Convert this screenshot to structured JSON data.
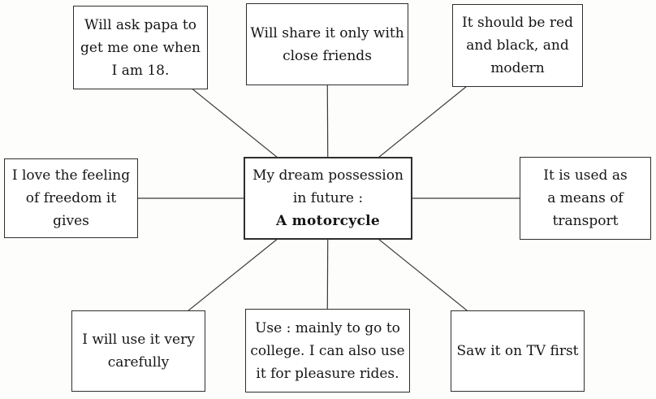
{
  "diagram": {
    "type": "mind-map",
    "center_node": {
      "lines": [
        "My dream possession",
        "in future :"
      ],
      "bold_line": "A motorcycle"
    },
    "nodes": [
      {
        "id": "top-left",
        "lines": [
          "Will ask papa to",
          "get me one when",
          "I am 18."
        ]
      },
      {
        "id": "top-middle",
        "lines": [
          "Will share it only with",
          "close friends"
        ]
      },
      {
        "id": "top-right",
        "lines": [
          "It should be red",
          "and black, and",
          "modern"
        ]
      },
      {
        "id": "middle-left",
        "lines": [
          "I love the feeling",
          "of freedom it",
          "gives"
        ]
      },
      {
        "id": "middle-right",
        "lines": [
          "It is used as",
          "a means of",
          "transport"
        ]
      },
      {
        "id": "bottom-left",
        "lines": [
          "I will use it very",
          "carefully"
        ]
      },
      {
        "id": "bottom-middle",
        "lines": [
          "Use : mainly to go to",
          "college. I can also use",
          "it for pleasure rides."
        ]
      },
      {
        "id": "bottom-right",
        "lines": [
          "Saw it on TV first"
        ]
      }
    ],
    "colors": {
      "background": "#fdfdfb",
      "box_background": "#ffffff",
      "border": "#2e2e2e",
      "text": "#151515",
      "connector_line": "#3a3a3a"
    }
  }
}
